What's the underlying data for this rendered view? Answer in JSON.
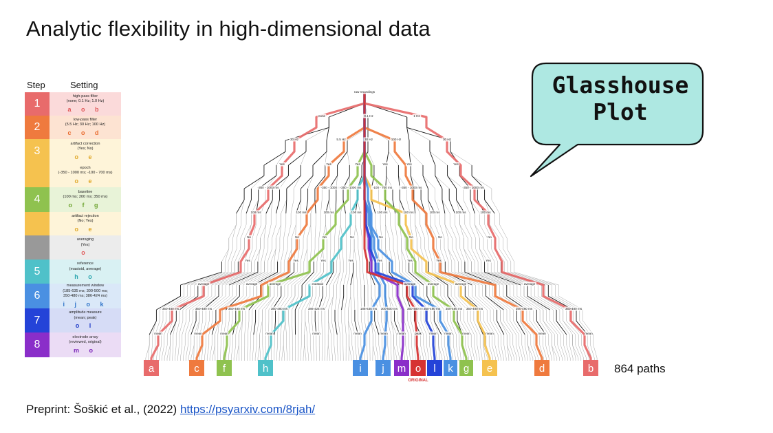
{
  "title": "Analytic flexibility in high-dimensional data",
  "table": {
    "step_header": "Step",
    "setting_header": "Setting",
    "rows": [
      {
        "step": "1",
        "color": "#e86b6b",
        "bg": "#fbdada",
        "lines": [
          "high-pass filter",
          "(none; 0.1 Hz; 1.0 Hz)"
        ],
        "codes": "a o b",
        "code_color": "#e05757"
      },
      {
        "step": "2",
        "color": "#ef7a3e",
        "bg": "#fde3d2",
        "lines": [
          "low-pass filter",
          "(5.5 Hz; 30 Hz; 100 Hz)"
        ],
        "codes": "c o d",
        "code_color": "#e8692b"
      },
      {
        "step": "3",
        "color": "#f5c24f",
        "bg": "#fef4d9",
        "lines": [
          "artifact correction",
          "(Yes; No)"
        ],
        "codes": "o e",
        "code_color": "#e0a92a"
      },
      {
        "step": "",
        "color": "#f5c24f",
        "bg": "#fef4d9",
        "lines": [
          "epoch",
          "(-350 - 1000 ms; -100 - 700 ms)"
        ],
        "codes": "o e",
        "code_color": "#e0a92a"
      },
      {
        "step": "4",
        "color": "#8fc24f",
        "bg": "#e8f3d8",
        "lines": [
          "baseline",
          "(100 ms; 200 ms; 350 ms)"
        ],
        "codes": "o f g",
        "code_color": "#6da32f"
      },
      {
        "step": "",
        "color": "#f5c24f",
        "bg": "#fef4d9",
        "lines": [
          "artifact rejection",
          "(No; Yes)"
        ],
        "codes": "o e",
        "code_color": "#e0a92a"
      },
      {
        "step": "",
        "color": "#999999",
        "bg": "#ececec",
        "lines": [
          "averaging",
          "(Yes)"
        ],
        "codes": "o",
        "code_color": "#e05757"
      },
      {
        "step": "5",
        "color": "#4fc1c9",
        "bg": "#d9f1f3",
        "lines": [
          "reference",
          "(mastoid, average)"
        ],
        "codes": "h o",
        "code_color": "#2aa5ae"
      },
      {
        "step": "6",
        "color": "#4a90e2",
        "bg": "#dae8f8",
        "lines": [
          "measurement window",
          "(185-635 ms; 300-500 ms;",
          "350-480 ms; 386-424 ms)"
        ],
        "codes": "i j o k",
        "code_color": "#2f74c9"
      },
      {
        "step": "7",
        "color": "#2443d8",
        "bg": "#d6dcf6",
        "lines": [
          "amplitude measure",
          "(mean; peak)"
        ],
        "codes": "o l",
        "code_color": "#1f3bc7"
      },
      {
        "step": "8",
        "color": "#8a2ec9",
        "bg": "#ebdcf5",
        "lines": [
          "electrode array",
          "(reviewed, original)"
        ],
        "codes": "m o",
        "code_color": "#7a24b8"
      }
    ]
  },
  "tree": {
    "root": "raw recordings",
    "level1": [
      "none",
      "0.1 Hz",
      "1 Hz"
    ],
    "level2": [
      "30 Hz",
      "5.5 Hz",
      "30 Hz",
      "100 Hz",
      "30 Hz"
    ],
    "level3": [
      "Yes",
      "Yes",
      "Yes",
      "Yes",
      "Yes",
      "Yes"
    ],
    "level4": [
      "-350 - 1000 ms",
      "-350 - 1000 ms",
      "-350 - 1000 ms",
      "-100 - 700 ms",
      "-350 - 1000 ms",
      "-350 - 1000 ms"
    ],
    "level5": [
      "100 ms",
      "100 ms",
      "100 ms",
      "100 ms",
      "100 ms",
      "100 ms",
      "100 ms",
      "100 ms",
      "100 ms"
    ],
    "level6": [
      "No",
      "No",
      "No",
      "No",
      "No",
      "No",
      "No",
      "No"
    ],
    "level7": [
      "Yes",
      "Yes",
      "Yes",
      "Yes",
      "Yes",
      "Yes",
      "Yes",
      "Yes"
    ],
    "level8": [
      "average",
      "average",
      "average",
      "average",
      "mastoid",
      "average",
      "average",
      "average",
      "average"
    ],
    "level9": [
      "350-480 ms",
      "350-480 ms",
      "350-480 ms",
      "350-480 ms",
      "386-424 ms",
      "185-635 ms",
      "300-500 ms",
      "350-480 ms",
      "350-480 ms",
      "350-480 ms",
      "350-480 ms",
      "350-480 ms",
      "350-480 ms"
    ],
    "level10": [
      "mean",
      "mean",
      "mean",
      "mean",
      "mean",
      "mean",
      "mean",
      "mean",
      "peak",
      "mean",
      "mean",
      "mean",
      "mean",
      "mean",
      "mean"
    ],
    "leaves": [
      {
        "code": "a",
        "color": "#e86b6b"
      },
      {
        "code": "c",
        "color": "#ef7a3e"
      },
      {
        "code": "f",
        "color": "#8fc24f"
      },
      {
        "code": "h",
        "color": "#4fc1c9"
      },
      {
        "code": "i",
        "color": "#4a90e2"
      },
      {
        "code": "j",
        "color": "#4a90e2"
      },
      {
        "code": "m",
        "color": "#8a2ec9"
      },
      {
        "code": "o",
        "color": "#d63232"
      },
      {
        "code": "l",
        "color": "#2443d8"
      },
      {
        "code": "k",
        "color": "#4a90e2"
      },
      {
        "code": "g",
        "color": "#8fc24f"
      },
      {
        "code": "e",
        "color": "#f5c24f"
      },
      {
        "code": "d",
        "color": "#ef7a3e"
      },
      {
        "code": "b",
        "color": "#e86b6b"
      }
    ],
    "original_label": "ORIGINAL"
  },
  "bubble": {
    "line1": "Glasshouse",
    "line2": "Plot"
  },
  "paths_label": "864 paths",
  "preprint": {
    "prefix": "Preprint: Šoškić et al., (2022) ",
    "link": "https://psyarxiv.com/8rjah/"
  }
}
